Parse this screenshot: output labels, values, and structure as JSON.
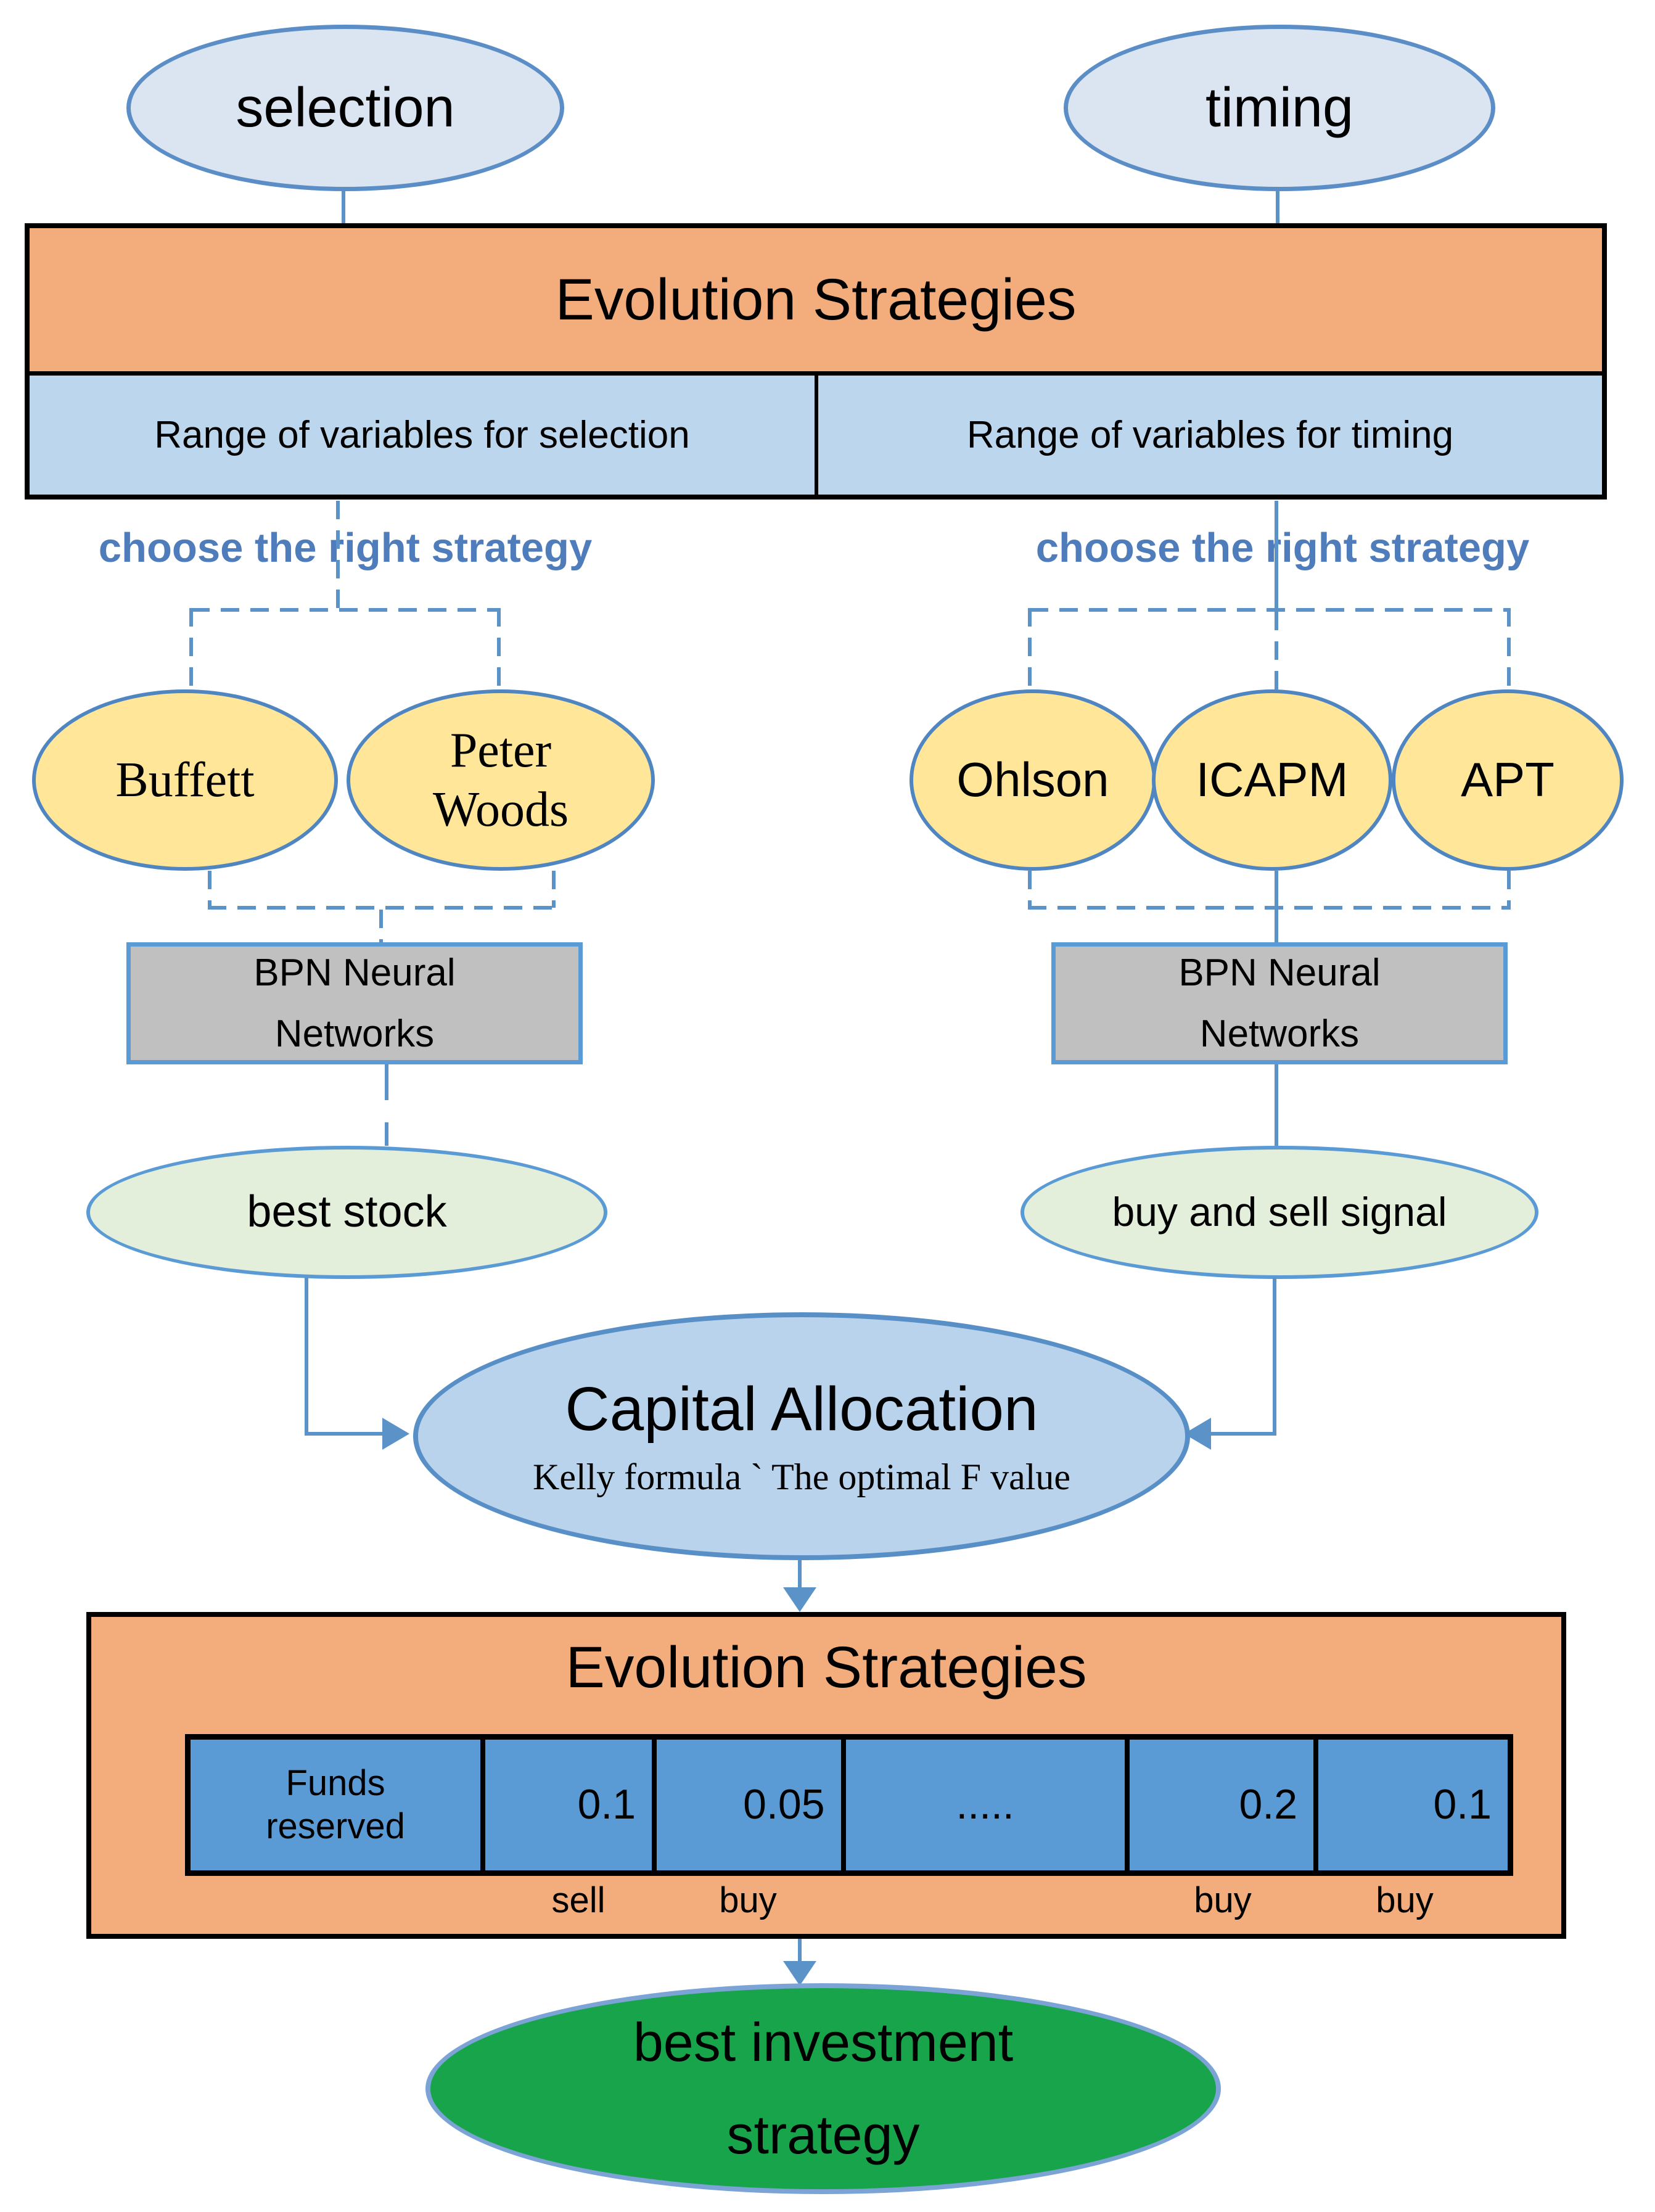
{
  "colors": {
    "orange": "#f3ad7d",
    "light-blue": "#bcd6ee",
    "pale-blue": "#dbe5f2",
    "cell-blue": "#5b9bd5",
    "line-blue": "#5b93c9",
    "text-blue": "#4f7cba",
    "yellow": "#ffe699",
    "yellow-border": "#4f86c2",
    "gray": "#c0c0c0",
    "pale-green": "#e3efda",
    "capital-blue": "#b9d3ec",
    "green": "#18a44b"
  },
  "top": {
    "selection": "selection",
    "timing": "timing"
  },
  "es_top": {
    "title": "Evolution Strategies",
    "range_selection": "Range of variables for selection",
    "range_timing": "Range of variables for timing"
  },
  "choose": {
    "left": "choose the right strategy",
    "right": "choose the right strategy"
  },
  "selection_strategies": [
    {
      "label": "Buffett"
    },
    {
      "label": "Peter Woods"
    }
  ],
  "timing_strategies": [
    {
      "label": "Ohlson"
    },
    {
      "label": "ICAPM"
    },
    {
      "label": "APT"
    }
  ],
  "bpn": {
    "left": "BPN Neural Networks",
    "right": "BPN Neural Networks"
  },
  "outputs": {
    "best_stock": "best stock",
    "buy_sell": "buy and sell signal"
  },
  "capital": {
    "title": "Capital Allocation",
    "subtitle": "Kelly formula ` The optimal F value"
  },
  "es_bottom": {
    "title": "Evolution Strategies",
    "cells": [
      {
        "value": "Funds reserved",
        "label": ""
      },
      {
        "value": "0.1",
        "label": "sell"
      },
      {
        "value": "0.05",
        "label": "buy"
      },
      {
        "value": ".....",
        "label": ""
      },
      {
        "value": "0.2",
        "label": "buy"
      },
      {
        "value": "0.1",
        "label": "buy"
      }
    ]
  },
  "result": {
    "best_investment": "best investment strategy"
  }
}
